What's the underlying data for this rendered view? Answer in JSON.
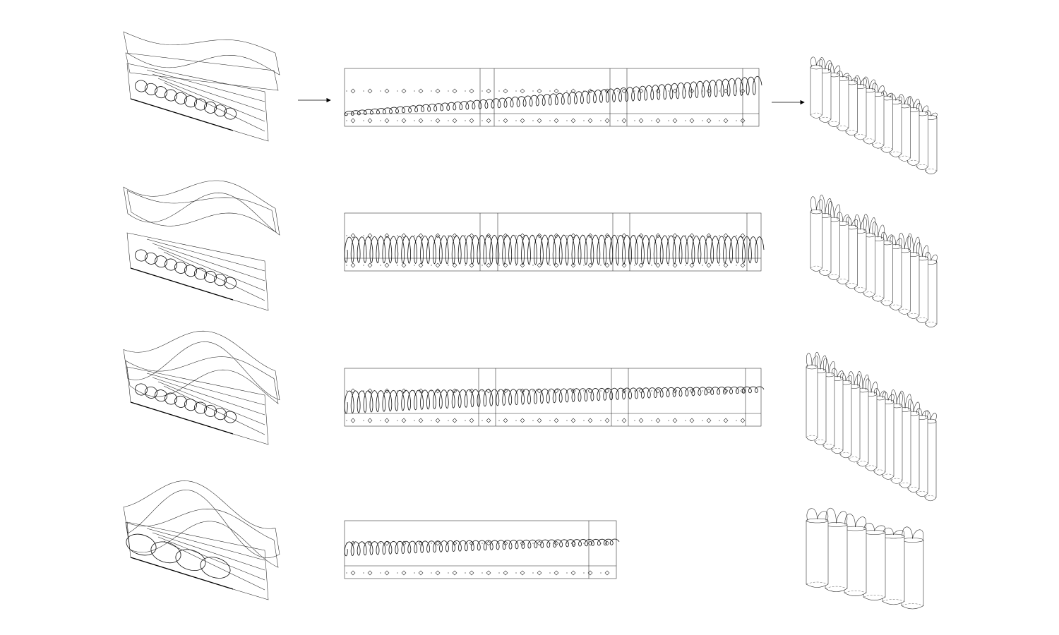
{
  "diagram": {
    "rows": [
      {
        "id": "row-1",
        "arrows": true
      },
      {
        "id": "row-2",
        "arrows": false
      },
      {
        "id": "row-3",
        "arrows": false
      },
      {
        "id": "row-4",
        "arrows": false
      }
    ],
    "colors": {
      "line": "#111111",
      "background": "#ffffff"
    }
  }
}
